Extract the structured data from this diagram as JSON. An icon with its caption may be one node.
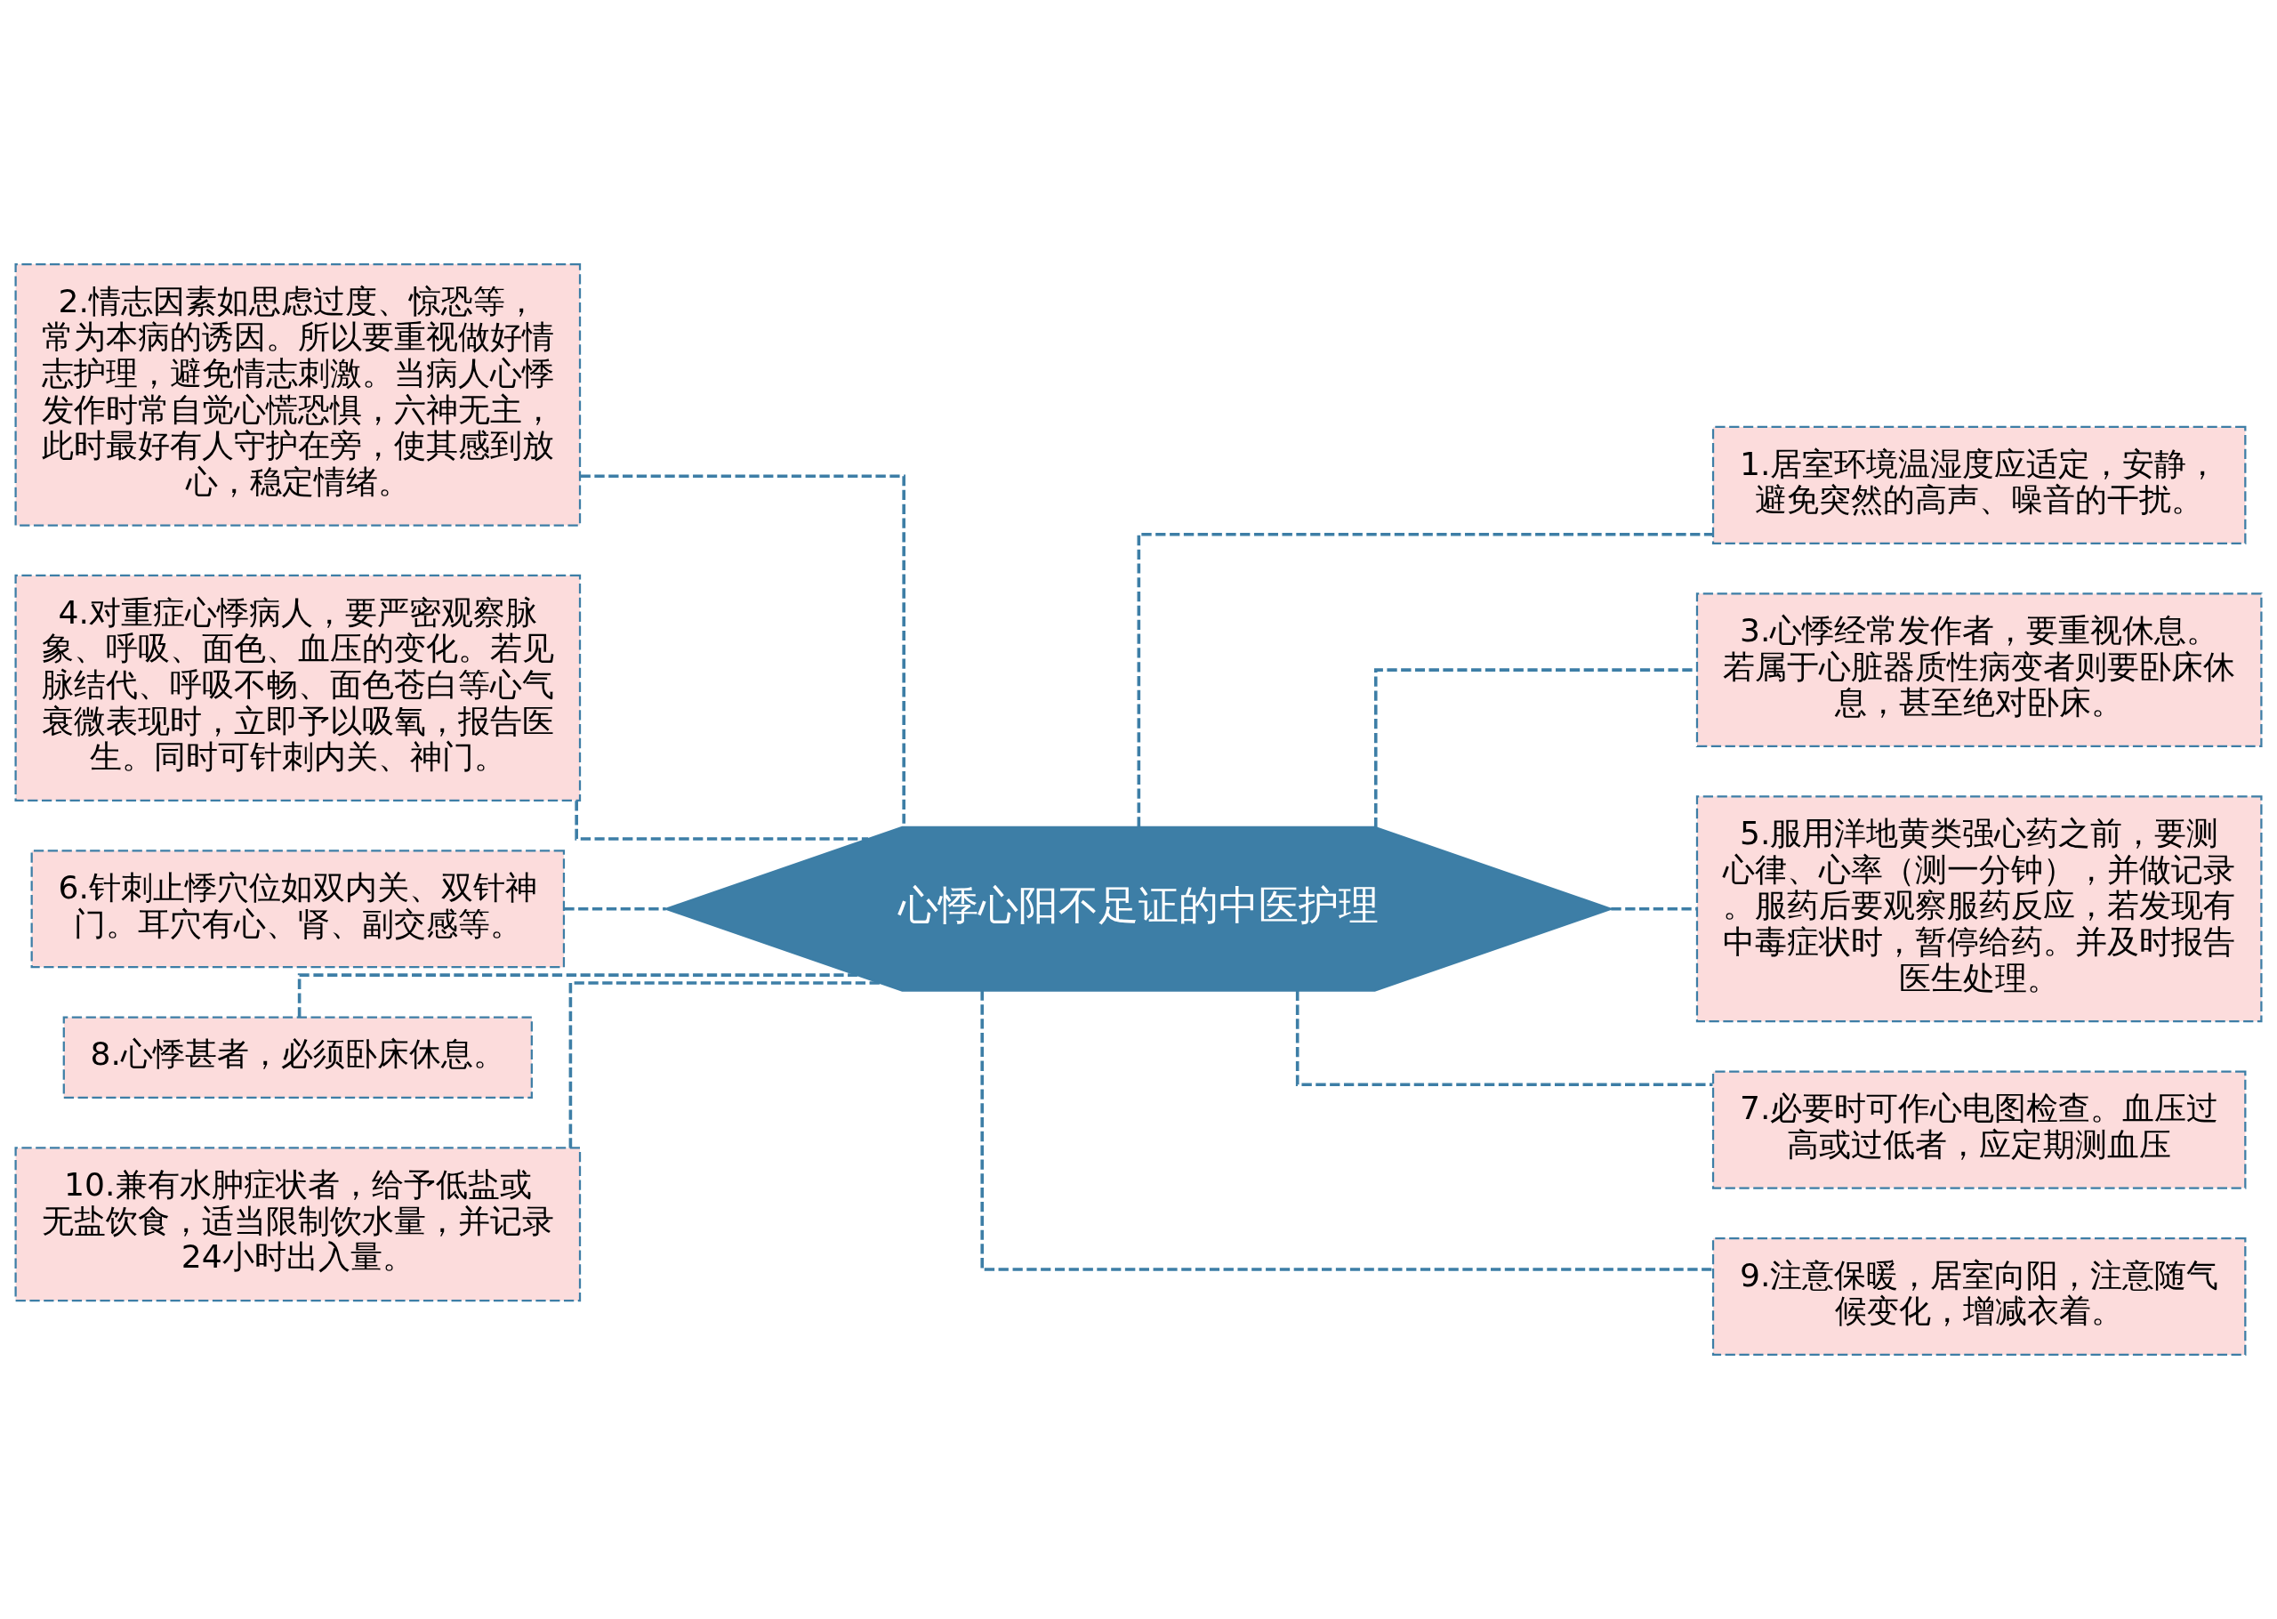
{
  "diagram": {
    "nodes": [
      {
        "text": [
          "心悸心阳不足证的中医护理"
        ]
      },
      {
        "text": [
          "1.居室环境温湿度应适定，安静，避免突然的高声、噪音的干扰。"
        ]
      },
      {
        "text": [
          "2.情志因素如思虑过度、惊恐等，常为本病的诱因。所以要重视做好情志护理，避免情志刺激。当病人心悸发作时常自觉心慌恐惧，六神无主，此时最好有人守护在旁，使其感到放心，稳定情绪。"
        ]
      },
      {
        "text": [
          "3.心悸经常发作者，要重视休息。若属于心脏器质性病变者则要卧床休息，甚至绝对卧床。"
        ]
      },
      {
        "text": [
          "4.对重症心悸病人，要严密观察脉象、呼吸、面色、血压的变化。若见脉结代、呼吸不畅、面色苍白等心气衰微表现时，立即予以吸氧，报告医生。同时可针刺内关、神门。"
        ]
      },
      {
        "text": [
          "5.服用洋地黄类强心药之前，要测心律、心率（测一分钟），并做记录。服药后要观察服药反应，若发现有中毒症状时，暂停给药。并及时报告医生处理。"
        ]
      },
      {
        "text": [
          "6.针刺止悸穴位如双内关、双针神门。耳穴有心、肾、副交感等。"
        ]
      },
      {
        "text": [
          "7.必要时可作心电图检查。血压过高或过低者，应定期测血压"
        ]
      },
      {
        "text": [
          "8.心悸甚者，必须卧床休息。"
        ]
      },
      {
        "text": [
          "9.注意保暖，居室向阳，注意随气候变化，增减衣着。"
        ]
      },
      {
        "text": [
          "10.兼有水肿症状者，给予低盐或无盐饮食，适当限制饮水量，并记录24小时出入量。"
        ]
      }
    ],
    "edges": [
      {
        "from": 0,
        "to": 1,
        "arrow": "none"
      },
      {
        "from": 0,
        "to": 2,
        "arrow": "none"
      },
      {
        "from": 0,
        "to": 3,
        "arrow": "none"
      },
      {
        "from": 0,
        "to": 4,
        "arrow": "none"
      },
      {
        "from": 0,
        "to": 5,
        "arrow": "none"
      },
      {
        "from": 0,
        "to": 6,
        "arrow": "none"
      },
      {
        "from": 0,
        "to": 7,
        "arrow": "none"
      },
      {
        "from": 0,
        "to": 8,
        "arrow": "none"
      },
      {
        "from": 0,
        "to": 9,
        "arrow": "none"
      },
      {
        "from": 0,
        "to": 10,
        "arrow": "none"
      }
    ]
  }
}
